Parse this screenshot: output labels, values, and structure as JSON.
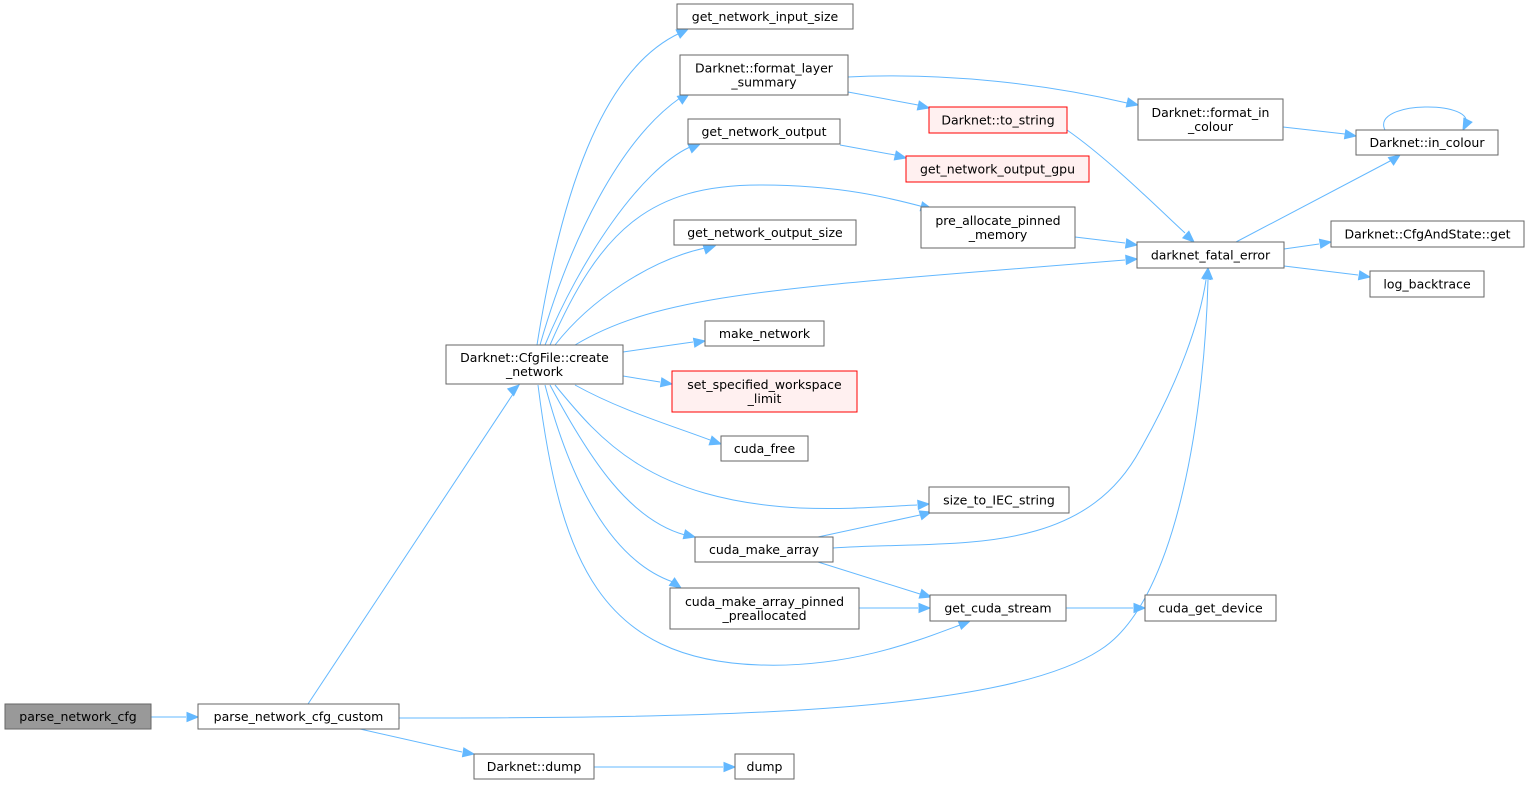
{
  "graph": {
    "nodes": [
      {
        "id": "parse_network_cfg",
        "lines": [
          "parse_network_cfg"
        ],
        "style": "current"
      },
      {
        "id": "parse_network_cfg_custom",
        "lines": [
          "parse_network_cfg_custom"
        ]
      },
      {
        "id": "create_network",
        "lines": [
          "Darknet::CfgFile::create",
          "_network"
        ]
      },
      {
        "id": "darknet_dump",
        "lines": [
          "Darknet::dump"
        ]
      },
      {
        "id": "dump",
        "lines": [
          "dump"
        ]
      },
      {
        "id": "get_network_input_size",
        "lines": [
          "get_network_input_size"
        ]
      },
      {
        "id": "format_layer_summary",
        "lines": [
          "Darknet::format_layer",
          "_summary"
        ]
      },
      {
        "id": "get_network_output",
        "lines": [
          "get_network_output"
        ]
      },
      {
        "id": "get_network_output_size",
        "lines": [
          "get_network_output_size"
        ]
      },
      {
        "id": "make_network",
        "lines": [
          "make_network"
        ]
      },
      {
        "id": "set_specified_workspace_limit",
        "lines": [
          "set_specified_workspace",
          "_limit"
        ],
        "style": "incomplete"
      },
      {
        "id": "cuda_free",
        "lines": [
          "cuda_free"
        ]
      },
      {
        "id": "cuda_make_array",
        "lines": [
          "cuda_make_array"
        ]
      },
      {
        "id": "cuda_make_array_pinned_preallocated",
        "lines": [
          "cuda_make_array_pinned",
          "_preallocated"
        ]
      },
      {
        "id": "to_string",
        "lines": [
          "Darknet::to_string"
        ],
        "style": "incomplete"
      },
      {
        "id": "get_network_output_gpu",
        "lines": [
          "get_network_output_gpu"
        ],
        "style": "incomplete"
      },
      {
        "id": "pre_allocate_pinned_memory",
        "lines": [
          "pre_allocate_pinned",
          "_memory"
        ]
      },
      {
        "id": "size_to_IEC_string",
        "lines": [
          "size_to_IEC_string"
        ]
      },
      {
        "id": "get_cuda_stream",
        "lines": [
          "get_cuda_stream"
        ]
      },
      {
        "id": "format_in_colour",
        "lines": [
          "Darknet::format_in",
          "_colour"
        ]
      },
      {
        "id": "darknet_fatal_error",
        "lines": [
          "darknet_fatal_error"
        ]
      },
      {
        "id": "cuda_get_device",
        "lines": [
          "cuda_get_device"
        ]
      },
      {
        "id": "in_colour",
        "lines": [
          "Darknet::in_colour"
        ]
      },
      {
        "id": "cfgandstate_get",
        "lines": [
          "Darknet::CfgAndState::get"
        ]
      },
      {
        "id": "log_backtrace",
        "lines": [
          "log_backtrace"
        ]
      }
    ],
    "edges": [
      {
        "from": "parse_network_cfg",
        "to": "parse_network_cfg_custom"
      },
      {
        "from": "parse_network_cfg_custom",
        "to": "create_network"
      },
      {
        "from": "parse_network_cfg_custom",
        "to": "darknet_fatal_error"
      },
      {
        "from": "parse_network_cfg_custom",
        "to": "darknet_dump"
      },
      {
        "from": "darknet_dump",
        "to": "dump"
      },
      {
        "from": "create_network",
        "to": "get_network_input_size"
      },
      {
        "from": "create_network",
        "to": "format_layer_summary"
      },
      {
        "from": "create_network",
        "to": "get_network_output"
      },
      {
        "from": "create_network",
        "to": "pre_allocate_pinned_memory"
      },
      {
        "from": "create_network",
        "to": "get_network_output_size"
      },
      {
        "from": "create_network",
        "to": "darknet_fatal_error"
      },
      {
        "from": "create_network",
        "to": "make_network"
      },
      {
        "from": "create_network",
        "to": "set_specified_workspace_limit"
      },
      {
        "from": "create_network",
        "to": "cuda_free"
      },
      {
        "from": "create_network",
        "to": "size_to_IEC_string"
      },
      {
        "from": "create_network",
        "to": "cuda_make_array"
      },
      {
        "from": "create_network",
        "to": "cuda_make_array_pinned_preallocated"
      },
      {
        "from": "create_network",
        "to": "get_cuda_stream"
      },
      {
        "from": "format_layer_summary",
        "to": "format_in_colour"
      },
      {
        "from": "format_layer_summary",
        "to": "to_string"
      },
      {
        "from": "get_network_output",
        "to": "get_network_output_gpu"
      },
      {
        "from": "to_string",
        "to": "darknet_fatal_error"
      },
      {
        "from": "format_in_colour",
        "to": "in_colour"
      },
      {
        "from": "in_colour",
        "to": "in_colour"
      },
      {
        "from": "pre_allocate_pinned_memory",
        "to": "darknet_fatal_error"
      },
      {
        "from": "darknet_fatal_error",
        "to": "in_colour"
      },
      {
        "from": "darknet_fatal_error",
        "to": "cfgandstate_get"
      },
      {
        "from": "darknet_fatal_error",
        "to": "log_backtrace"
      },
      {
        "from": "cuda_make_array",
        "to": "size_to_IEC_string"
      },
      {
        "from": "cuda_make_array",
        "to": "darknet_fatal_error"
      },
      {
        "from": "cuda_make_array",
        "to": "get_cuda_stream"
      },
      {
        "from": "cuda_make_array_pinned_preallocated",
        "to": "get_cuda_stream"
      },
      {
        "from": "get_cuda_stream",
        "to": "cuda_get_device"
      }
    ]
  },
  "colors": {
    "edge": "#63b8ff",
    "node_border": "#666666",
    "current_fill": "#999999",
    "incomplete_border": "#ff0000",
    "incomplete_fill": "#fff0f0"
  }
}
